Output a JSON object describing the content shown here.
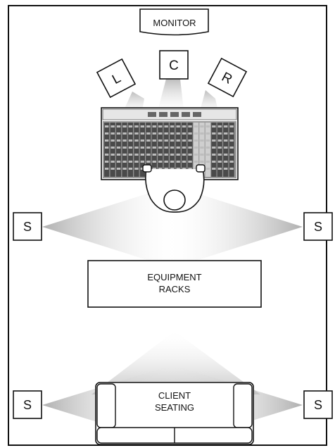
{
  "labels": {
    "monitor": "MONITOR",
    "speaker_left": "L",
    "speaker_center": "C",
    "speaker_right": "R",
    "surround": "S",
    "equipment_line1": "EQUIPMENT",
    "equipment_line2": "RACKS",
    "client_line1": "CLIENT",
    "client_line2": "SEATING"
  },
  "colors": {
    "stroke": "#111111",
    "beam": "#c8c8c8",
    "console_dark": "#3a3a3a",
    "console_mid": "#8a8a8a",
    "background": "#ffffff"
  }
}
